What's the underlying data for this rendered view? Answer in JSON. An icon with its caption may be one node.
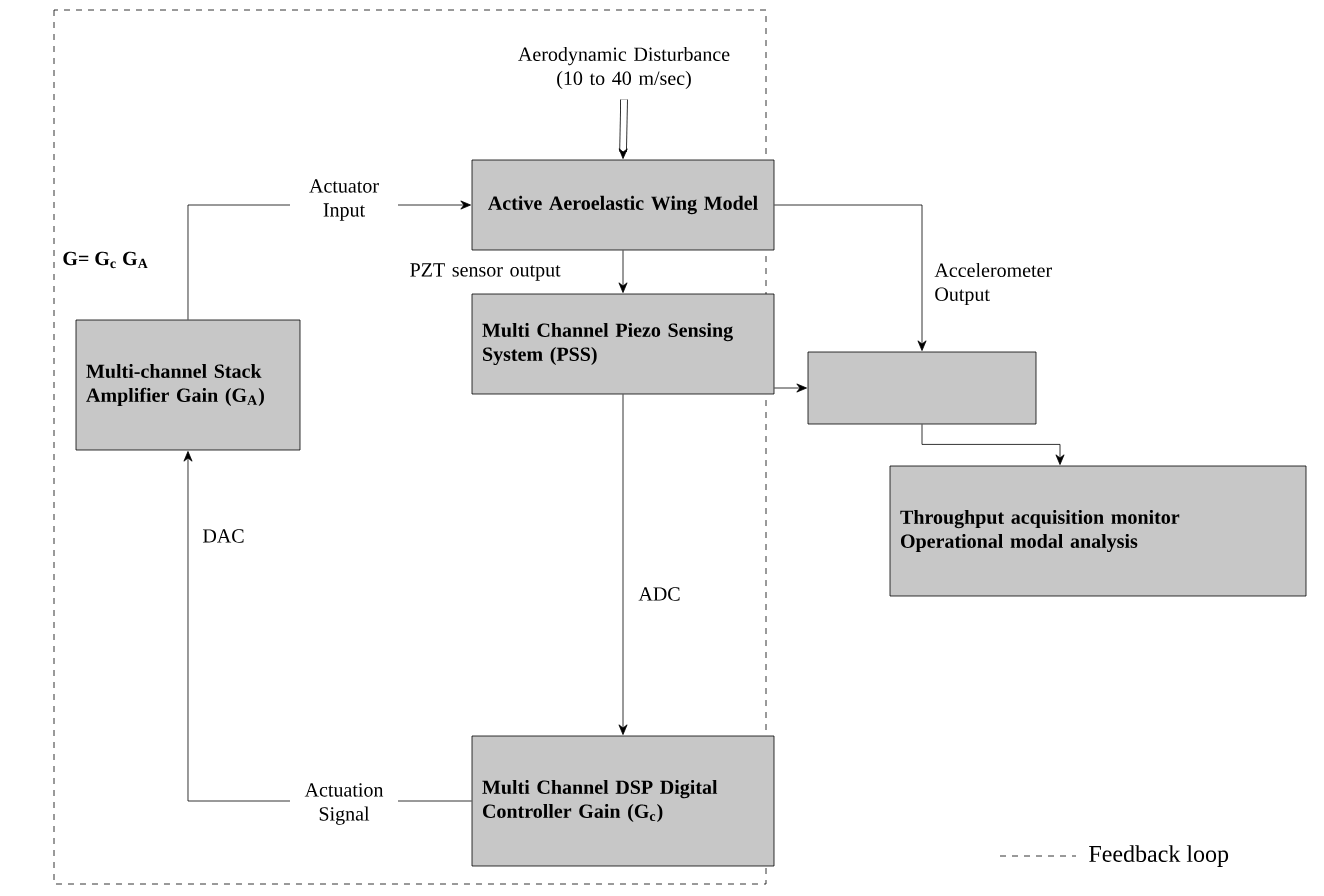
{
  "diagram": {
    "nodes": [
      {
        "text": [
          "Aerodynamic Disturbance (10 to 40 m/sec)"
        ]
      },
      {
        "text": [
          "Active Aeroelastic Wing Model"
        ]
      },
      {
        "text": [
          "Multi-channel Stack Amplifier Gain (G$_{A}$)"
        ]
      },
      {
        "text": [
          "Multi Channel Piezo Sensing System (PSS)"
        ]
      },
      {
        "text": [],
        "shape": "box"
      },
      {
        "text": [
          "Throughput acquisition monitor",
          "Operational modal analysis"
        ]
      },
      {
        "text": [
          "Multi Channel DSP Digital Controller Gain (G$_{c}$)"
        ]
      }
    ],
    "edges": [
      {
        "from": 0,
        "to": 1,
        "arrow": "to",
        "style": "thick"
      },
      {
        "from": 2,
        "to": 1,
        "arrow": "to",
        "label": "Actuator Input"
      },
      {
        "from": 1,
        "to": 3,
        "arrow": "to",
        "label": "PZT sensor output"
      },
      {
        "from": 1,
        "to": 4,
        "arrow": "to",
        "label": "Accelerometer Output"
      },
      {
        "from": 3,
        "to": 4,
        "arrow": "to"
      },
      {
        "from": 4,
        "to": 5,
        "arrow": "to"
      },
      {
        "from": 3,
        "to": 6,
        "arrow": "to",
        "label": "ADC"
      },
      {
        "from": 6,
        "to": 2,
        "arrow": "to",
        "label": "Actuation Signal"
      }
    ],
    "labels": [
      "G= G$_{c}$ G$_{A}$",
      "DAC"
    ],
    "legend": [
      {
        "text": "Feedback loop"
      }
    ]
  }
}
